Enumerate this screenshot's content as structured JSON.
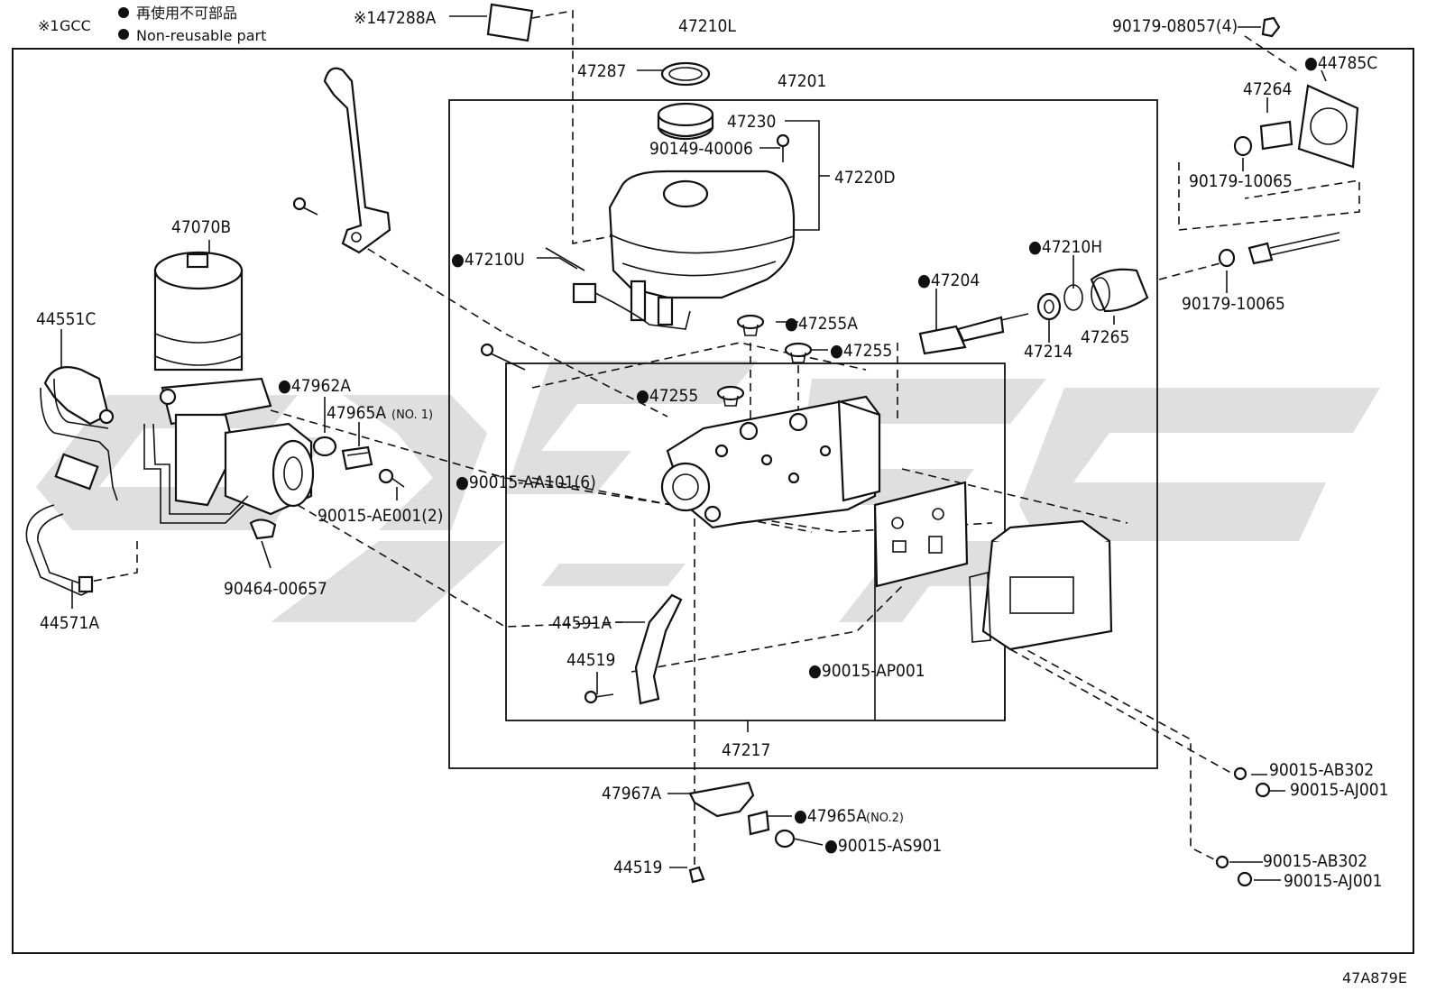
{
  "legend": {
    "note_mark": "※1",
    "note_text": "GCC",
    "line1_jp": "再使用不可部品",
    "line2_en": "Non-reusable part"
  },
  "figure_code": "47A879E",
  "labels": [
    {
      "id": "p147288a",
      "text": "※147288A"
    },
    {
      "id": "p47210l",
      "text": "47210L"
    },
    {
      "id": "p90179_08057",
      "text": "90179-08057(4)"
    },
    {
      "id": "p44785c",
      "text": "●44785C"
    },
    {
      "id": "p47287",
      "text": "47287"
    },
    {
      "id": "p47201",
      "text": "47201"
    },
    {
      "id": "p47264",
      "text": "47264"
    },
    {
      "id": "p47230",
      "text": "47230"
    },
    {
      "id": "p90149_40006",
      "text": "90149-40006"
    },
    {
      "id": "p90179_10065a",
      "text": "90179-10065"
    },
    {
      "id": "p47220d",
      "text": "47220D"
    },
    {
      "id": "p47070b",
      "text": "47070B"
    },
    {
      "id": "p47210h",
      "text": "●47210H"
    },
    {
      "id": "p47210u",
      "text": "●47210U"
    },
    {
      "id": "p47204",
      "text": "●47204"
    },
    {
      "id": "p90179_10065b",
      "text": "90179-10065"
    },
    {
      "id": "p44551c",
      "text": "44551C"
    },
    {
      "id": "p47255a",
      "text": "●47255A"
    },
    {
      "id": "p47265",
      "text": "47265"
    },
    {
      "id": "p47214",
      "text": "47214"
    },
    {
      "id": "p47255_1",
      "text": "●47255"
    },
    {
      "id": "p47962a",
      "text": "●47962A"
    },
    {
      "id": "p47255_2",
      "text": "●47255"
    },
    {
      "id": "p47965a_1",
      "text": "47965A"
    },
    {
      "id": "p47965a_1_sub",
      "text": "(NO. 1)"
    },
    {
      "id": "p90015_aa101",
      "text": "●90015-AA101(6)"
    },
    {
      "id": "p90015_ae001",
      "text": "90015-AE001(2)"
    },
    {
      "id": "p90464_00657",
      "text": "90464-00657"
    },
    {
      "id": "p44571a",
      "text": "44571A"
    },
    {
      "id": "p44591a",
      "text": "44591A"
    },
    {
      "id": "p44519_1",
      "text": "44519"
    },
    {
      "id": "p90015_ap001",
      "text": "●90015-AP001"
    },
    {
      "id": "p47217",
      "text": "47217"
    },
    {
      "id": "p90015_ab302_1",
      "text": "90015-AB302"
    },
    {
      "id": "p90015_aj001_1",
      "text": "90015-AJ001"
    },
    {
      "id": "p47967a",
      "text": "47967A"
    },
    {
      "id": "p47965a_2",
      "text": "●47965A"
    },
    {
      "id": "p47965a_2_sub",
      "text": "(NO.2)"
    },
    {
      "id": "p90015_as901",
      "text": "●90015-AS901"
    },
    {
      "id": "p90015_ab302_2",
      "text": "90015-AB302"
    },
    {
      "id": "p44519_2",
      "text": "44519"
    },
    {
      "id": "p90015_aj001_2",
      "text": "90015-AJ001"
    }
  ]
}
